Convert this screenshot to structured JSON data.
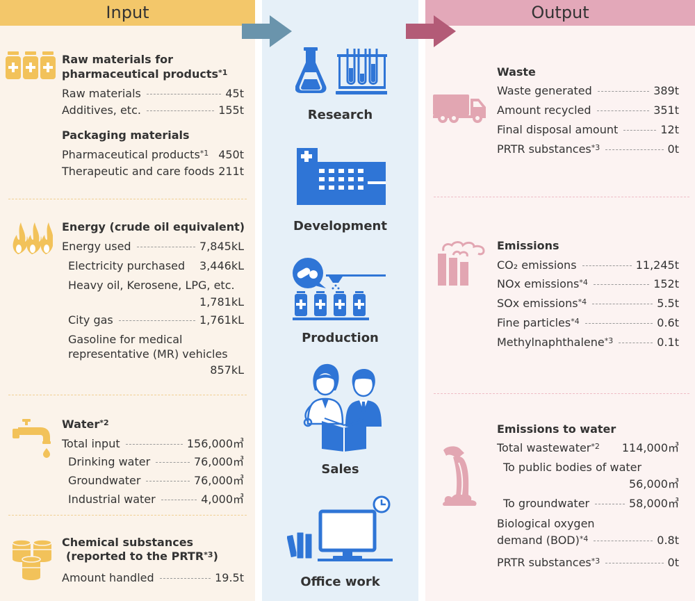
{
  "input": {
    "header": "Input",
    "raw": {
      "title": "Raw materials for pharmaceutical products",
      "title_sup": "*1",
      "rows": [
        {
          "label": "Raw materials",
          "value": "45t"
        },
        {
          "label": "Additives, etc.",
          "value": "155t"
        }
      ],
      "packaging_title": "Packaging materials",
      "packaging_rows": [
        {
          "label": "Pharmaceutical products",
          "sup": "*1",
          "value": "450t"
        },
        {
          "label": "Therapeutic and care foods",
          "value": "211t"
        }
      ]
    },
    "energy": {
      "title": "Energy (crude oil equivalent)",
      "used_label": "Energy used",
      "used_value": "7,845kL",
      "elec_label": "Electricity purchased",
      "elec_value": "3,446kL",
      "heavy_label": "Heavy oil, Kerosene, LPG, etc.",
      "heavy_value": "1,781kL",
      "city_label": "City gas",
      "city_value": "1,761kL",
      "gasoline_label_1": "Gasoline for medical",
      "gasoline_label_2": "representative (MR) vehicles",
      "gasoline_value": "857kL"
    },
    "water": {
      "title": "Water",
      "title_sup": "*2",
      "rows": [
        {
          "label": "Total input",
          "value": "156,000㎥"
        },
        {
          "label": "Drinking water",
          "value": "76,000㎥"
        },
        {
          "label": "Groundwater",
          "value": "76,000㎥"
        },
        {
          "label": "Industrial water",
          "value": "4,000㎥"
        }
      ]
    },
    "chemical": {
      "title_1": "Chemical substances",
      "title_2": "(reported to the PRTR",
      "title_sup": "*3",
      "title_end": ")",
      "label": "Amount handled",
      "value": "19.5t"
    }
  },
  "middle": {
    "stages": [
      "Research",
      "Development",
      "Production",
      "Sales",
      "Office work"
    ]
  },
  "output": {
    "header": "Output",
    "waste": {
      "title": "Waste",
      "rows": [
        {
          "label": "Waste generated",
          "value": "389t"
        },
        {
          "label": "Amount recycled",
          "value": "351t"
        },
        {
          "label": "Final disposal amount",
          "value": "12t"
        },
        {
          "label": "PRTR substances",
          "sup": "*3",
          "value": "0t"
        }
      ]
    },
    "emissions": {
      "title": "Emissions",
      "rows": [
        {
          "label": "CO₂ emissions",
          "value": "11,245t"
        },
        {
          "label": "NOx emissions",
          "sup": "*4",
          "value": "152t"
        },
        {
          "label": "SOx emissions",
          "sup": "*4",
          "value": "5.5t"
        },
        {
          "label": "Fine particles",
          "sup": "*4",
          "value": "0.6t"
        },
        {
          "label": "Methylnaphthalene",
          "sup": "*3",
          "value": "0.1t"
        }
      ]
    },
    "water": {
      "title": "Emissions to water",
      "total_label": "Total wastewater",
      "total_sup": "*2",
      "total_value": "114,000㎥",
      "public_label": "To public bodies of water",
      "public_value": "56,000㎥",
      "ground_label": "To groundwater",
      "ground_value": "58,000㎥",
      "bod_label_1": "Biological oxygen",
      "bod_label_2": "demand (BOD)",
      "bod_sup": "*4",
      "bod_value": "0.8t",
      "prtr_label": "PRTR substances",
      "prtr_sup": "*3",
      "prtr_value": "0t"
    }
  },
  "colors": {
    "input_header": "#f3c76a",
    "output_header": "#e3a8b9",
    "input_bg": "#fbf3ea",
    "middle_bg": "#e6f0f8",
    "output_bg": "#fcf3f2",
    "blue_icon": "#2f75d6",
    "yellow_icon": "#f2c25a",
    "pink_icon": "#e2a6b2",
    "arrow_in": "#6a94ac",
    "arrow_out": "#b35b77"
  }
}
